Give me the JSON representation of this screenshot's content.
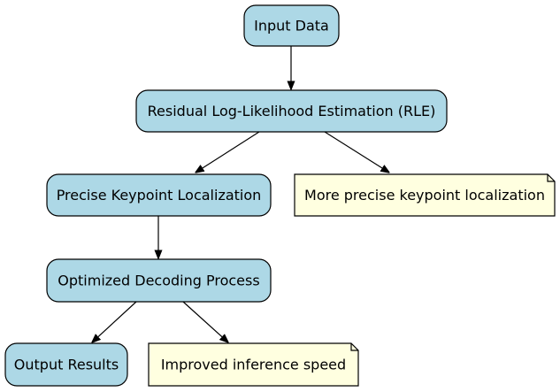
{
  "colors": {
    "process_fill": "#add8e6",
    "note_fill": "#ffffe0",
    "stroke": "#000000",
    "text": "#000000",
    "background": "#ffffff"
  },
  "nodes": {
    "input_data": "Input Data",
    "rle": "Residual Log-Likelihood Estimation (RLE)",
    "keypoint_localization": "Precise Keypoint Localization",
    "decoding_process": "Optimized Decoding Process",
    "output_results": "Output Results"
  },
  "notes": {
    "precise_localization": "More precise keypoint localization",
    "inference_speed": "Improved inference speed"
  },
  "edges": [
    {
      "from": "input_data",
      "to": "rle"
    },
    {
      "from": "rle",
      "to": "keypoint_localization"
    },
    {
      "from": "rle",
      "to": "precise_localization"
    },
    {
      "from": "keypoint_localization",
      "to": "decoding_process"
    },
    {
      "from": "decoding_process",
      "to": "output_results"
    },
    {
      "from": "decoding_process",
      "to": "inference_speed"
    }
  ]
}
